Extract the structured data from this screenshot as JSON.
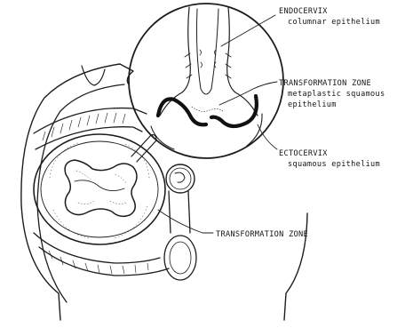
{
  "labels": {
    "endocervix": {
      "title": "ENDOCERVIX",
      "subtitle": "columnar epithelium"
    },
    "transformation_zone_inset": {
      "title": "TRANSFORMATION ZONE",
      "line2": "metaplastic squamous",
      "line3": "epithelium"
    },
    "ectocervix": {
      "title": "ECTOCERVIX",
      "subtitle": "squamous epithelium"
    },
    "transformation_zone": {
      "title": "TRANSFORMATION ZONE"
    }
  },
  "colors": {
    "ink": "#1d1d1d",
    "paper": "#ffffff"
  }
}
